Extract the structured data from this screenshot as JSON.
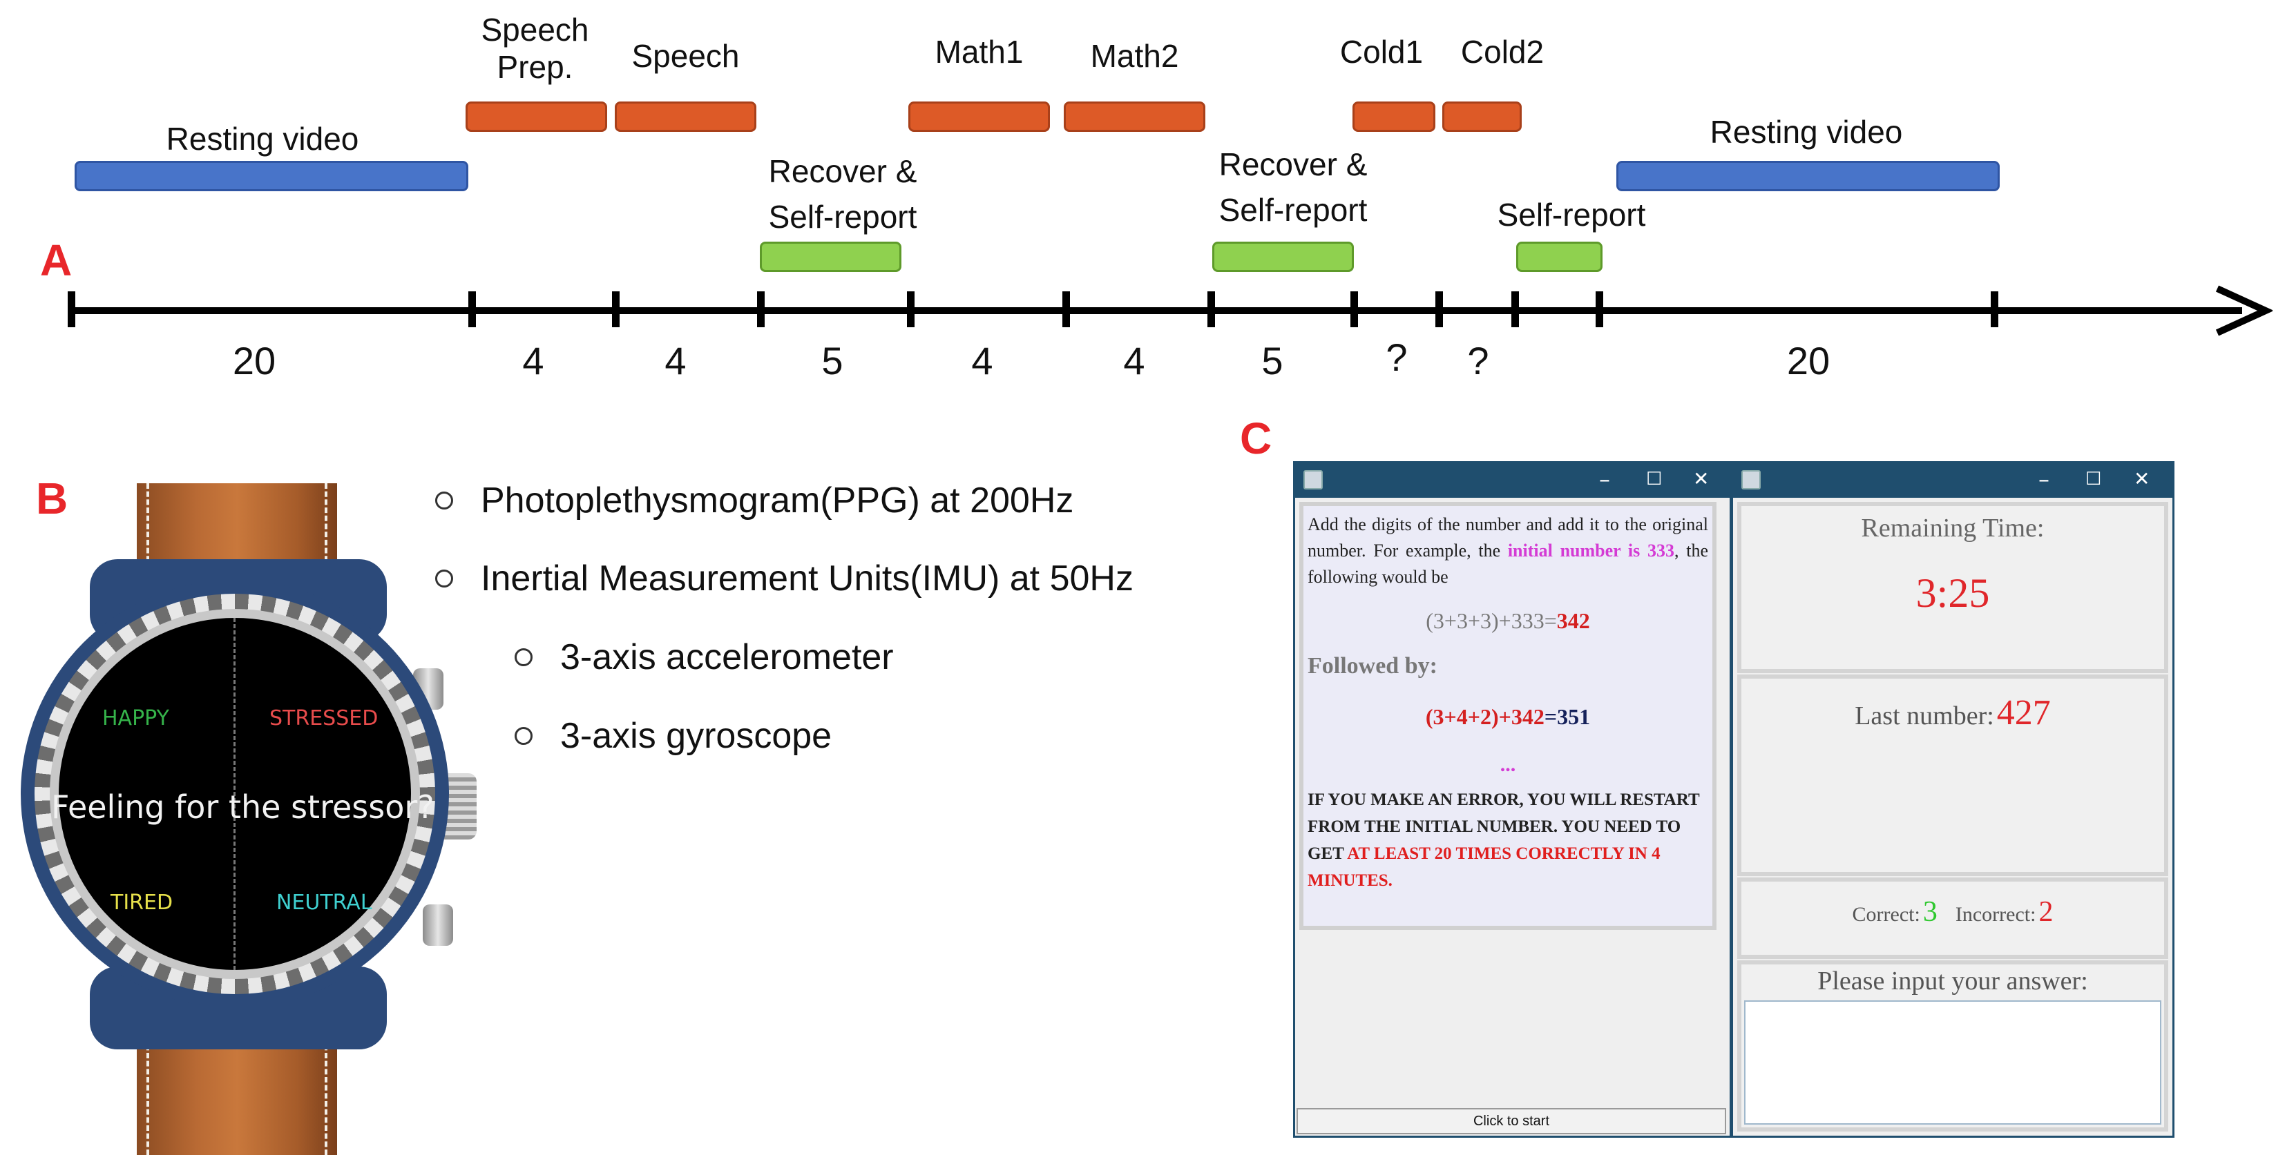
{
  "panel_letters": {
    "a": "A",
    "b": "B",
    "c": "C"
  },
  "timeline": {
    "labels": {
      "resting_video_1": "Resting video",
      "speech_prep_1": "Speech",
      "speech_prep_2": "Prep.",
      "speech": "Speech",
      "recover_1_l1": "Recover &",
      "recover_1_l2": "Self-report",
      "math1": "Math1",
      "math2": "Math2",
      "recover_2_l1": "Recover &",
      "recover_2_l2": "Self-report",
      "cold1": "Cold1",
      "cold2": "Cold2",
      "self_report": "Self-report",
      "resting_video_2": "Resting video"
    },
    "durations": [
      "20",
      "4",
      "4",
      "5",
      "4",
      "4",
      "5",
      "?",
      "?",
      "20"
    ],
    "colors": {
      "stressor": "#dd5a27",
      "rest": "#4874c9",
      "recover": "#8fd14f"
    }
  },
  "sensors": {
    "items": [
      "Photoplethysmogram(PPG) at 200Hz",
      "Inertial Measurement Units(IMU) at 50Hz"
    ],
    "sub_items": [
      "3-axis accelerometer",
      "3-axis gyroscope"
    ]
  },
  "watch": {
    "happy": "HAPPY",
    "stressed": "STRESSED",
    "question": "Feeling for the stressor?",
    "tired": "TIRED",
    "neutral": "NEUTRAL"
  },
  "window_left": {
    "controls": {
      "minimize": "–",
      "maximize": "☐",
      "close": "✕"
    },
    "instruction_p1": "Add the digits of the number and add it to the original number. For example, the ",
    "instruction_highlight": "initial number is 333",
    "instruction_p2": ", the following would be",
    "eq1_left": "(3+3+3)+333=",
    "eq1_right": "342",
    "followed_by": "Followed by:",
    "eq2_left": "(3+4+2)+342",
    "eq2_right": "=351",
    "ellipsis": "...",
    "warning_black": "IF YOU MAKE AN ERROR, YOU WILL RESTART FROM THE INITIAL NUMBER. YOU NEED TO GET ",
    "warning_red": "AT LEAST 20 TIMES CORRECTLY IN 4 MINUTES.",
    "start_button": "Click to start"
  },
  "window_right": {
    "controls": {
      "minimize": "–",
      "maximize": "☐",
      "close": "✕"
    },
    "remaining_label": "Remaining Time:",
    "remaining_value": "3:25",
    "last_number_label": "Last number:",
    "last_number_value": "427",
    "correct_label": "Correct:",
    "correct_value": "3",
    "incorrect_label": "Incorrect:",
    "incorrect_value": "2",
    "input_label": "Please input your answer:",
    "input_value": ""
  }
}
